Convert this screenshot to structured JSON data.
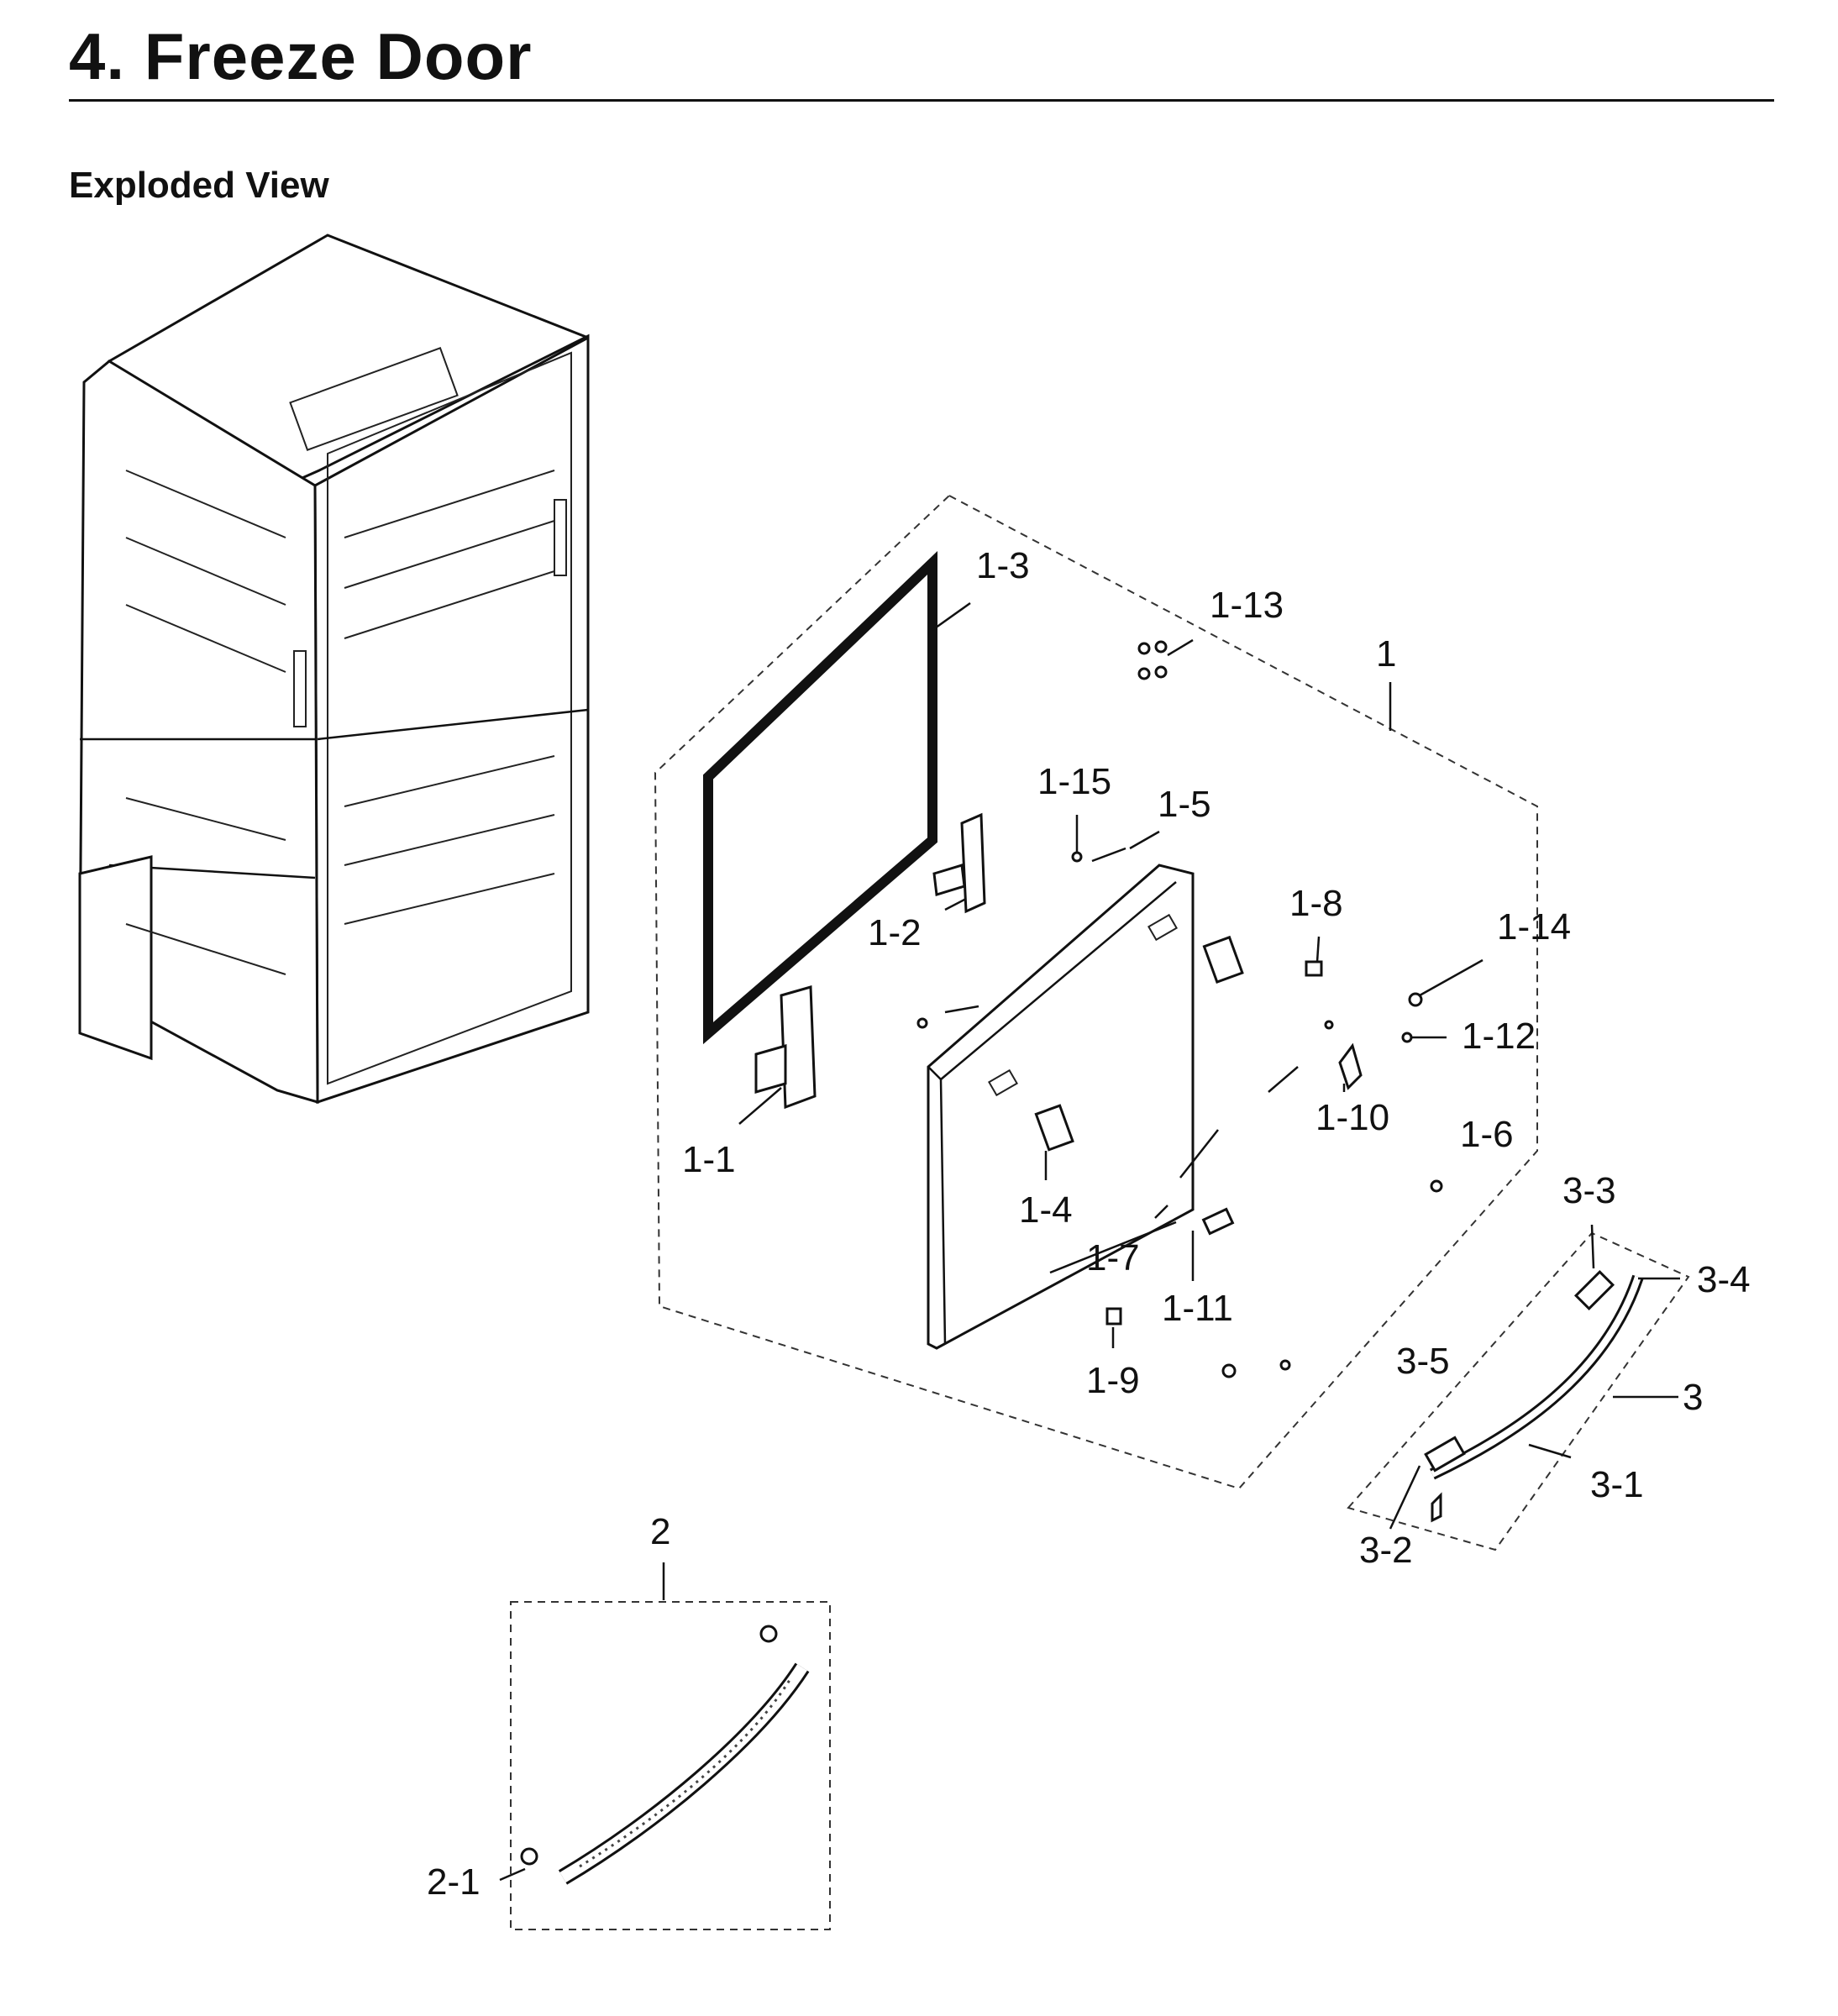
{
  "header": {
    "title": "4.  Freeze Door",
    "subtitle": "Exploded View"
  },
  "callouts": {
    "c1": "1",
    "c1_1": "1-1",
    "c1_2": "1-2",
    "c1_3": "1-3",
    "c1_4": "1-4",
    "c1_5": "1-5",
    "c1_6": "1-6",
    "c1_7": "1-7",
    "c1_8": "1-8",
    "c1_9": "1-9",
    "c1_10": "1-10",
    "c1_11": "1-11",
    "c1_12": "1-12",
    "c1_13": "1-13",
    "c1_14": "1-14",
    "c1_15": "1-15",
    "c2": "2",
    "c2_1": "2-1",
    "c3": "3",
    "c3_1": "3-1",
    "c3_2": "3-2",
    "c3_3": "3-3",
    "c3_4": "3-4",
    "c3_5": "3-5"
  },
  "colors": {
    "line": "#111111",
    "background": "#ffffff"
  }
}
